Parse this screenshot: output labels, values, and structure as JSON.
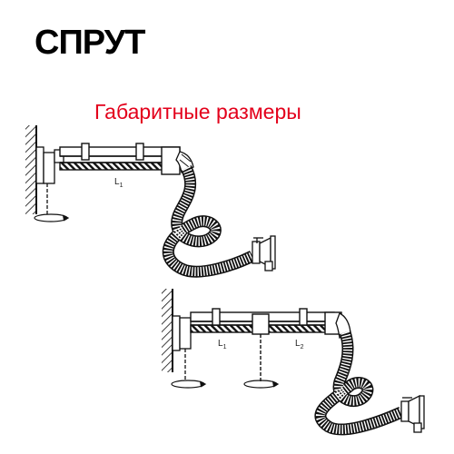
{
  "header": {
    "title": "СПРУТ",
    "subtitle": "Габаритные размеры"
  },
  "diagram1": {
    "arm_label": "L",
    "arm_label_sub": "1"
  },
  "diagram2": {
    "arm1_label": "L",
    "arm1_label_sub": "1",
    "arm2_label": "L",
    "arm2_label_sub": "2"
  },
  "colors": {
    "title": "#000000",
    "subtitle": "#e3001b",
    "lines": "#111111"
  }
}
